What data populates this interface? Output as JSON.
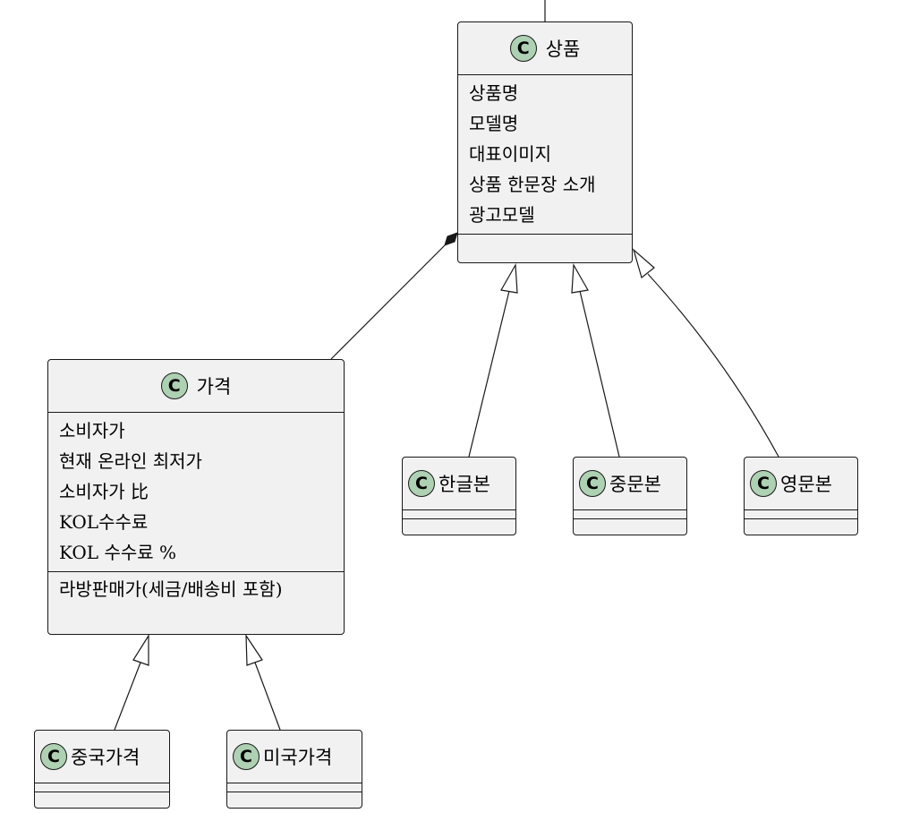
{
  "classes": {
    "product": {
      "name": "상품",
      "fields": [
        "상품명",
        "모델명",
        "대표이미지",
        "상품 한문장 소개",
        "광고모델"
      ]
    },
    "price": {
      "name": "가격",
      "fields": [
        "소비자가",
        "현재 온라인 최저가",
        "소비자가 比",
        "KOL수수료",
        "KOL 수수료 %"
      ],
      "methods": [
        "라방판매가(세금/배송비 포함)"
      ]
    },
    "korean": {
      "name": "한글본"
    },
    "chinese": {
      "name": "중문본"
    },
    "english": {
      "name": "영문본"
    },
    "china_price": {
      "name": "중국가격"
    },
    "us_price": {
      "name": "미국가격"
    }
  },
  "badge_letter": "C",
  "colors": {
    "class_bg": "#f1f1f1",
    "badge_bg": "#add1b2",
    "line": "#181818"
  },
  "relations": [
    {
      "from": "price",
      "to": "product",
      "type": "composition"
    },
    {
      "from": "korean",
      "to": "product",
      "type": "inheritance"
    },
    {
      "from": "chinese",
      "to": "product",
      "type": "inheritance"
    },
    {
      "from": "english",
      "to": "product",
      "type": "inheritance"
    },
    {
      "from": "china_price",
      "to": "price",
      "type": "inheritance"
    },
    {
      "from": "us_price",
      "to": "price",
      "type": "inheritance"
    }
  ]
}
